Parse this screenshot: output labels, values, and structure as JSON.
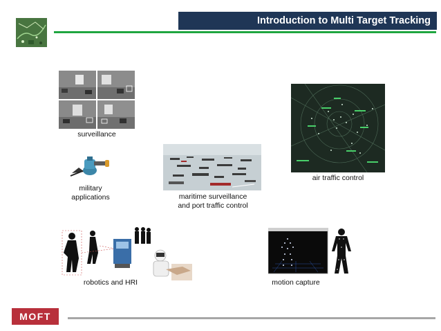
{
  "slide": {
    "title": "Introduction to Multi Target Tracking",
    "logo": "MOFT"
  },
  "applications": [
    {
      "caption": "surveillance"
    },
    {
      "caption_line1": "military",
      "caption_line2": "applications"
    },
    {
      "caption_line1": "maritime surveillance",
      "caption_line2": "and port traffic control"
    },
    {
      "caption": "air traffic control"
    },
    {
      "caption": "robotics and HRI"
    },
    {
      "caption": "motion capture"
    }
  ],
  "colors": {
    "title_bar": "#1f3656",
    "accent_green": "#1fa640",
    "logo_red": "#b8303b",
    "footer_gray": "#a6a6a6"
  }
}
